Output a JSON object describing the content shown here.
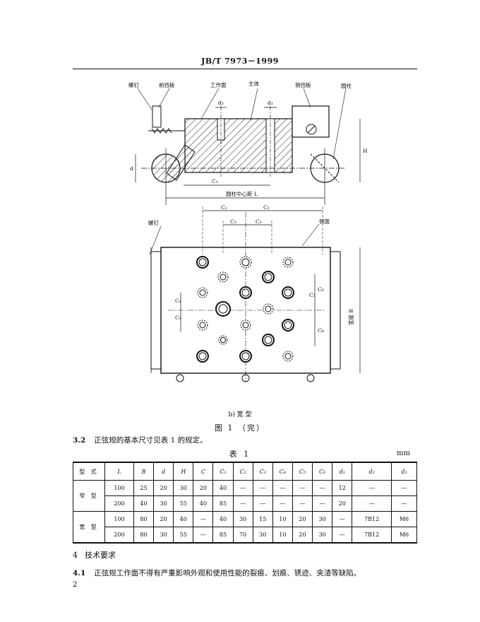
{
  "header": {
    "standard": "JB/T  7973－1999"
  },
  "figure": {
    "labels_top": {
      "screw": "螺钉",
      "front_plate": "前挡板",
      "work_face": "工作面",
      "body": "主体",
      "side_plate": "侧挡板",
      "cylinder": "圆柱",
      "d3": "d₃",
      "d1": "d₁",
      "d": "d",
      "H": "H",
      "C1": "C₁",
      "L": "圆柱中心距 L"
    },
    "labels_plan": {
      "C2": "C₂",
      "C2b": "C₂",
      "C3": "C₃",
      "C3b": "C₃",
      "screw": "螺钉",
      "side_face": "侧面",
      "C4a": "C₄",
      "C4b": "C₄",
      "C5": "C₅",
      "C6a": "C₆",
      "C6b": "C₆",
      "B": "宽度 B"
    },
    "subcaption": "b)  宽 型",
    "caption": "图  1    （完）"
  },
  "para_3_2": {
    "num": "3.2",
    "text": "正弦规的基本尺寸见表 1 的规定。"
  },
  "table": {
    "caption": "表  1",
    "unit": "mm",
    "headers": [
      "型 式",
      "L",
      "B",
      "d",
      "H",
      "C",
      "C₁",
      "C₂",
      "C₃",
      "C₄",
      "C₅",
      "C₆",
      "d₁",
      "d₂",
      "d₃"
    ],
    "narrow_label": "窄 型",
    "wide_label": "宽 型",
    "rows": [
      [
        "100",
        "25",
        "20",
        "30",
        "20",
        "40",
        "—",
        "—",
        "—",
        "—",
        "—",
        "12",
        "—",
        "—"
      ],
      [
        "200",
        "40",
        "30",
        "55",
        "40",
        "85",
        "—",
        "—",
        "—",
        "—",
        "—",
        "20",
        "—",
        "—"
      ],
      [
        "100",
        "80",
        "20",
        "40",
        "—",
        "40",
        "30",
        "15",
        "10",
        "20",
        "30",
        "—",
        "7B12",
        "M6"
      ],
      [
        "200",
        "80",
        "30",
        "55",
        "—",
        "85",
        "70",
        "30",
        "10",
        "20",
        "30",
        "—",
        "7B12",
        "M6"
      ]
    ]
  },
  "section_4": {
    "num": "4",
    "title": "技术要求"
  },
  "para_4_1": {
    "num": "4.1",
    "text": "正弦规工作面不得有严重影响外观和使用性能的裂痕、划痕、锈迹、夹渣等缺陷。"
  },
  "page_number": "2"
}
